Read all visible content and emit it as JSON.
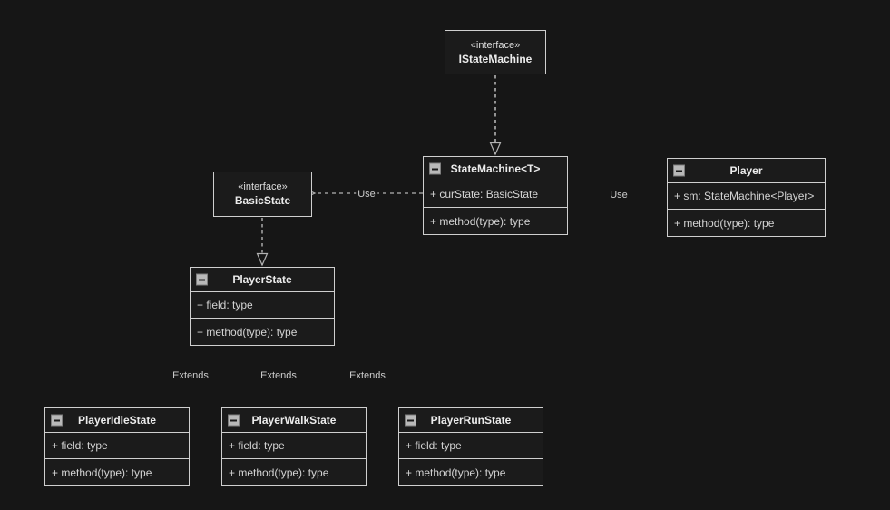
{
  "canvas": {
    "background": "#161616",
    "box_fill": "#1b1b1b",
    "border_color": "#cfcfcf",
    "line_color": "#b3b3b3",
    "title_color": "#ececec",
    "row_text_color": "#d4d4d4"
  },
  "icons": {
    "collapse": "minus-square-icon"
  },
  "interfaces": [
    {
      "stereotype": "«interface»",
      "name": "IStateMachine"
    },
    {
      "stereotype": "«interface»",
      "name": "BasicState"
    }
  ],
  "classes": [
    {
      "name": "StateMachine<T>",
      "fields": [
        "+ curState: BasicState"
      ],
      "methods": [
        "+ method(type): type"
      ]
    },
    {
      "name": "Player",
      "fields": [
        "+ sm: StateMachine<Player>"
      ],
      "methods": [
        "+ method(type): type"
      ]
    },
    {
      "name": "PlayerState",
      "fields": [
        "+ field: type"
      ],
      "methods": [
        "+ method(type): type"
      ]
    },
    {
      "name": "PlayerIdleState",
      "fields": [
        "+ field: type"
      ],
      "methods": [
        "+ method(type): type"
      ]
    },
    {
      "name": "PlayerWalkState",
      "fields": [
        "+ field: type"
      ],
      "methods": [
        "+ method(type): type"
      ]
    },
    {
      "name": "PlayerRunState",
      "fields": [
        "+ field: type"
      ],
      "methods": [
        "+ method(type): type"
      ]
    }
  ],
  "edge_labels": {
    "use_statemachine_basicstate": "Use",
    "use_player_statemachine": "Use",
    "extends_idle": "Extends",
    "extends_walk": "Extends",
    "extends_run": "Extends"
  }
}
